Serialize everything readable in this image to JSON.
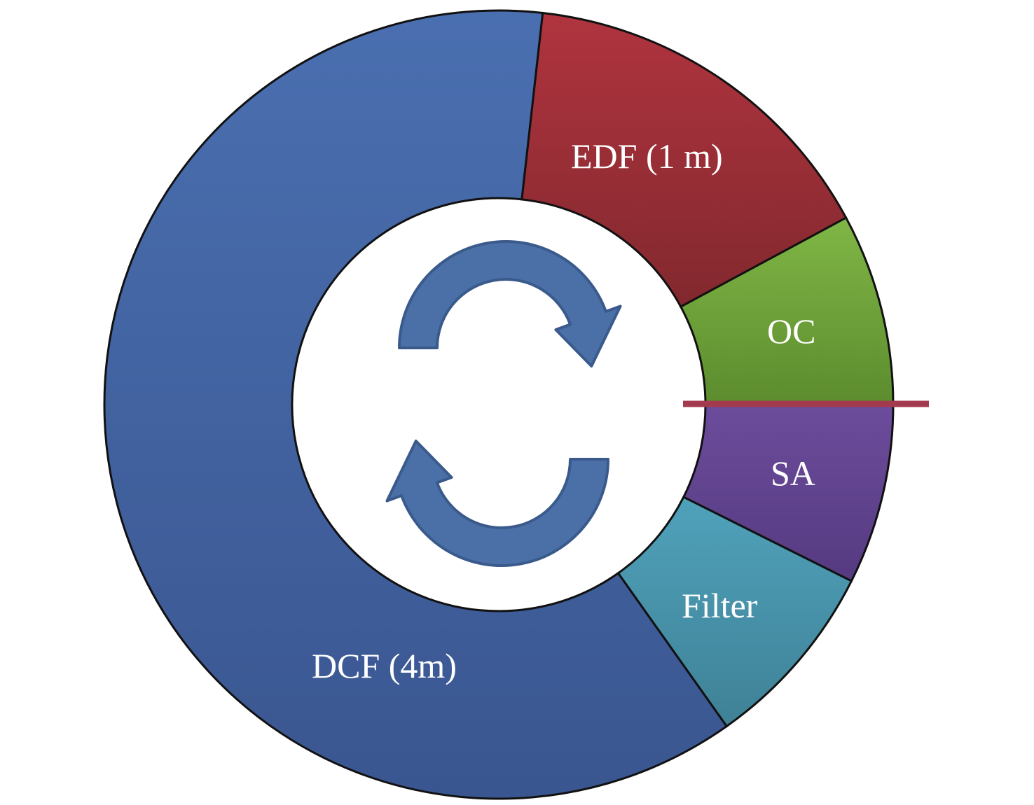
{
  "diagram": {
    "segments": [
      {
        "id": "dcf",
        "label": "DCF (4m)",
        "color_top": "#4a6fb0",
        "color_bottom": "#3a5690"
      },
      {
        "id": "edf",
        "label": "EDF (1 m)",
        "color_top": "#b0343f",
        "color_bottom": "#82282e"
      },
      {
        "id": "oc",
        "label": "OC",
        "color_top": "#80b646",
        "color_bottom": "#5c8c2e"
      },
      {
        "id": "sa",
        "label": "SA",
        "color_top": "#6c4c9c",
        "color_bottom": "#553a80"
      },
      {
        "id": "filter",
        "label": "Filter",
        "color_top": "#4fa2bb",
        "color_bottom": "#3f8196"
      }
    ],
    "divider_color": "#a33a4e",
    "arrow_color": "#4b70a8",
    "arrow_outline": "#3a5a8c",
    "center_icon": "circular-arrows-icon"
  }
}
